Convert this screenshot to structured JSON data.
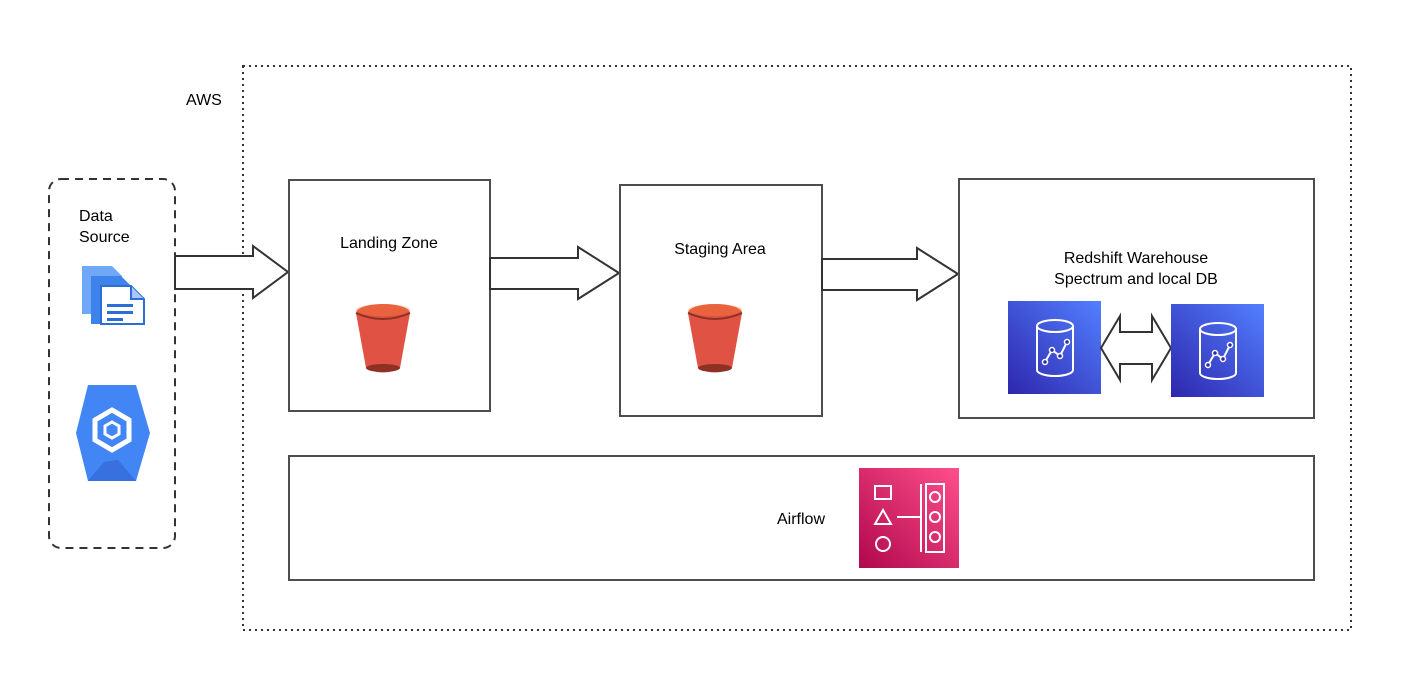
{
  "aws": {
    "label": "AWS"
  },
  "data_source": {
    "label_line1": "Data",
    "label_line2": "Source",
    "icons": [
      "document-stack-icon",
      "cloud-dataproc-hexagon-icon"
    ]
  },
  "landing_zone": {
    "label": "Landing Zone",
    "icon": "s3-bucket-icon"
  },
  "staging_area": {
    "label": "Staging Area",
    "icon": "s3-bucket-icon"
  },
  "redshift": {
    "label_line1": "Redshift Warehouse",
    "label_line2": "Spectrum and local DB",
    "icons": [
      "redshift-database-icon",
      "redshift-database-icon"
    ]
  },
  "airflow": {
    "label": "Airflow",
    "icon": "managed-workflows-icon"
  },
  "colors": {
    "bucket_red": "#e05243",
    "bucket_dark": "#8c3123",
    "bucket_light": "#f58536",
    "redshift_blue_dark": "#2e27ad",
    "redshift_blue_light": "#527fff",
    "airflow_pink_dark": "#b0084d",
    "airflow_pink_light": "#ff4f8b",
    "google_blue": "#4285f4",
    "box_stroke": "#4d4d4d"
  }
}
